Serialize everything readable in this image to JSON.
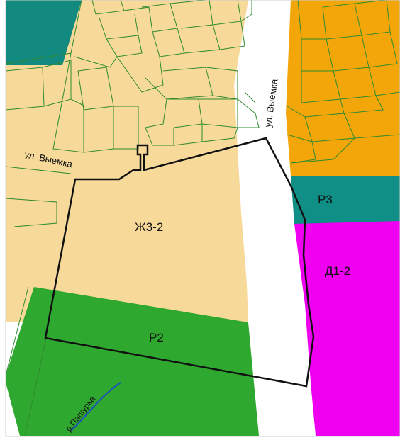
{
  "map": {
    "zones": {
      "zh32": "Ж3-2",
      "p2": "Р2",
      "p3": "Р3",
      "d12": "Д1-2"
    },
    "streets": {
      "left": "ул. Выемка",
      "vertical": "ул. Выемка"
    },
    "river": "р.Пашурка",
    "colors": {
      "residential": "#f7d99a",
      "recreation_green": "#2ea82e",
      "recreation_teal": "#0f8f85",
      "business_magenta": "#f000f0",
      "orange_zone": "#f2a60a",
      "dark_teal": "#138a80",
      "road": "#ffffff",
      "parcel_lines": "#2e8b2e",
      "boundary": "#111111",
      "river": "#1f4fb8"
    }
  }
}
